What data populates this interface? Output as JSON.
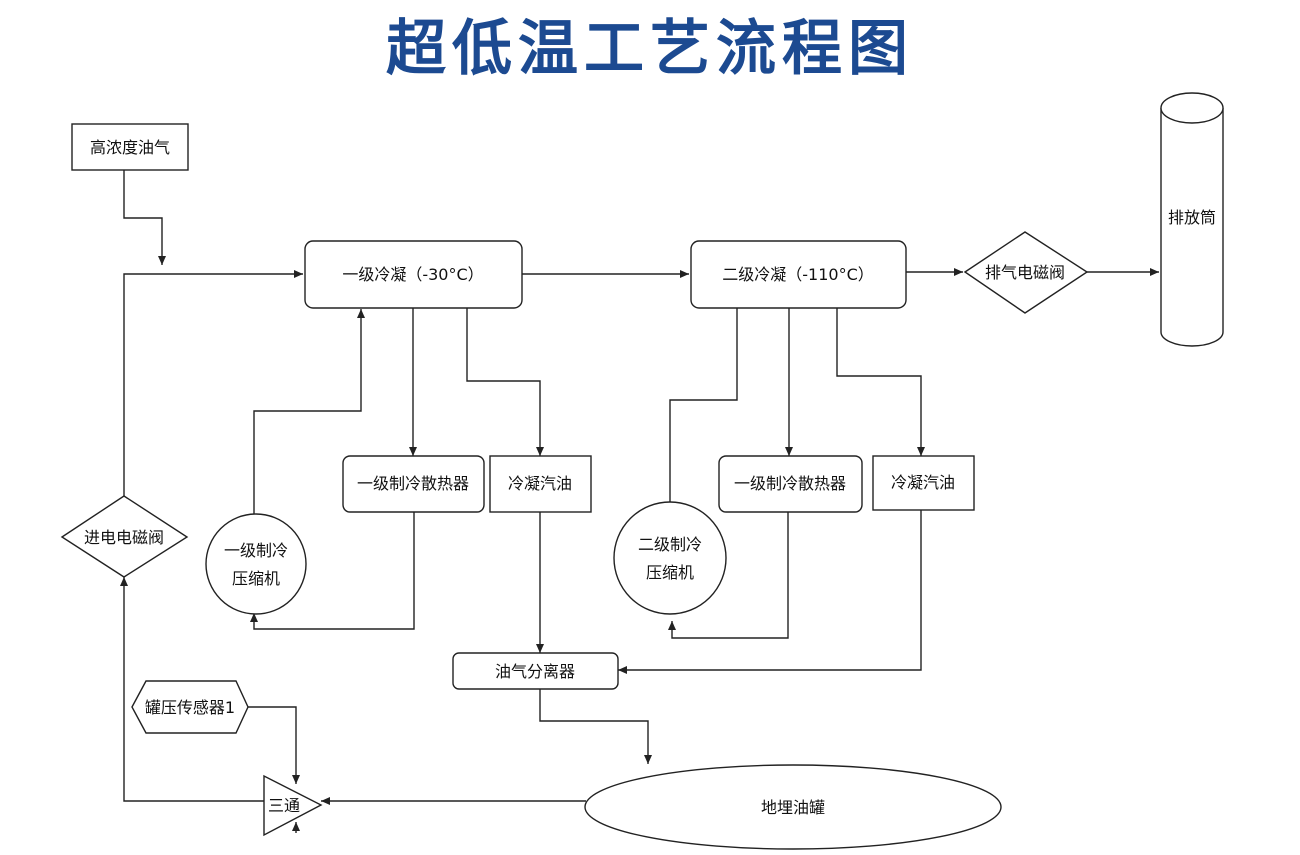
{
  "title": "超低温工艺流程图",
  "colors": {
    "title": "#1c4a91",
    "line": "#222222"
  },
  "nodes": {
    "high_conc_gas": "高浓度油气",
    "stage1_condense": "一级冷凝（-30°C）",
    "stage2_condense": "二级冷凝（-110°C）",
    "exhaust_valve": "排气电磁阀",
    "stack": "排放筒",
    "stage1_radiator": "一级制冷散热器",
    "condensed_gasoline_1": "冷凝汽油",
    "stage2_radiator": "一级制冷散热器",
    "condensed_gasoline_2": "冷凝汽油",
    "inlet_valve": "进电电磁阀",
    "stage1_compressor_line1": "一级制冷",
    "stage1_compressor_line2": "压缩机",
    "stage2_compressor_line1": "二级制冷",
    "stage2_compressor_line2": "压缩机",
    "separator": "油气分离器",
    "tank_pressure_sensor": "罐压传感器1",
    "tee": "三通",
    "underground_tank": "地埋油罐"
  }
}
